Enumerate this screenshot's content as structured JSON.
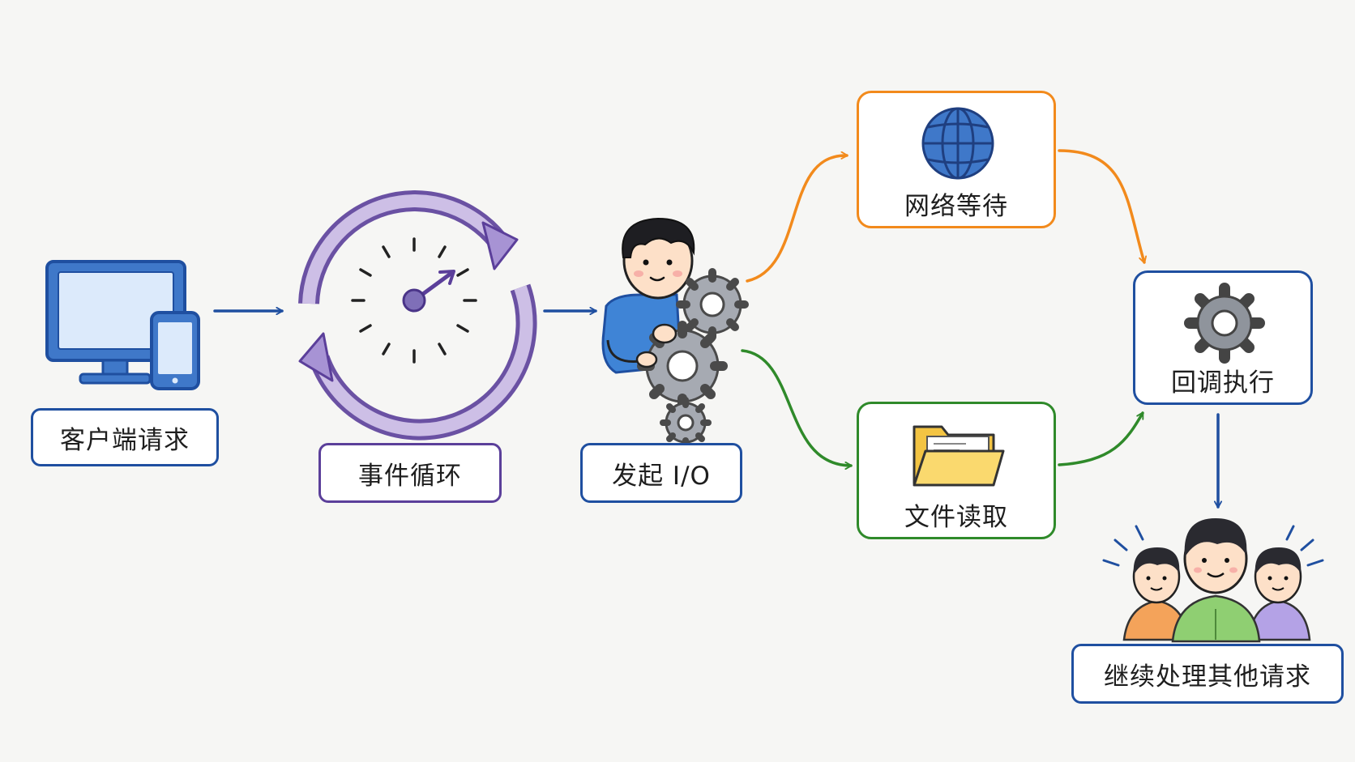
{
  "steps": {
    "client": {
      "label": "客户端请求",
      "icon": "monitor-phone-icon"
    },
    "event_loop": {
      "label": "事件循环",
      "icon": "clock-cycle-icon"
    },
    "start_io": {
      "label": "发起 I/O",
      "icon": "worker-gears-icon"
    },
    "network": {
      "label": "网络等待",
      "icon": "globe-icon"
    },
    "file": {
      "label": "文件读取",
      "icon": "folder-icon"
    },
    "callback": {
      "label": "回调执行",
      "icon": "gear-icon"
    },
    "continue": {
      "label": "继续处理其他请求",
      "icon": "people-group-icon"
    }
  },
  "colors": {
    "blue": "#1f4fa0",
    "purple": "#5b3f9a",
    "orange": "#f28a1c",
    "green": "#2f8a2a"
  }
}
